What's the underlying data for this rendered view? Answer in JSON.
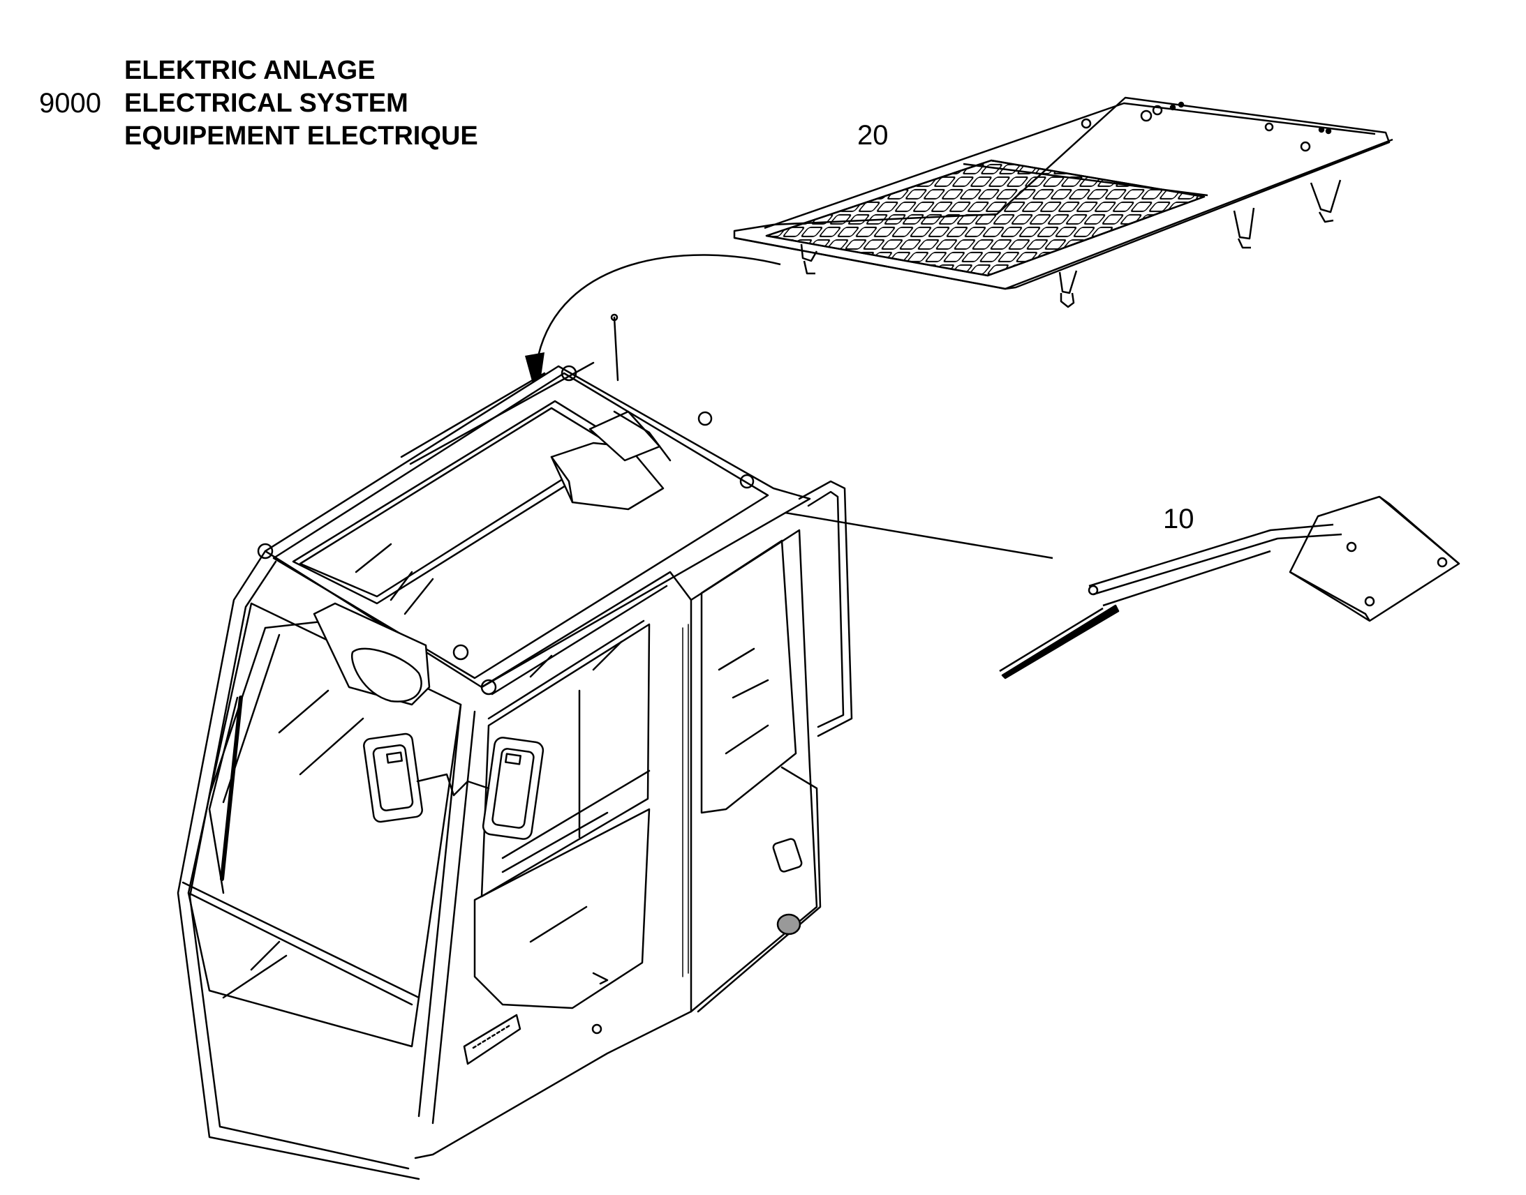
{
  "header": {
    "section_code": "9000",
    "title_de": "ELEKTRIC ANLAGE",
    "title_en": "ELECTRICAL SYSTEM",
    "title_fr": "EQUIPEMENT ELECTRIQUE"
  },
  "callouts": [
    {
      "label": "20"
    },
    {
      "label": "10"
    }
  ],
  "colors": {
    "line": "#000000",
    "background": "#ffffff"
  }
}
